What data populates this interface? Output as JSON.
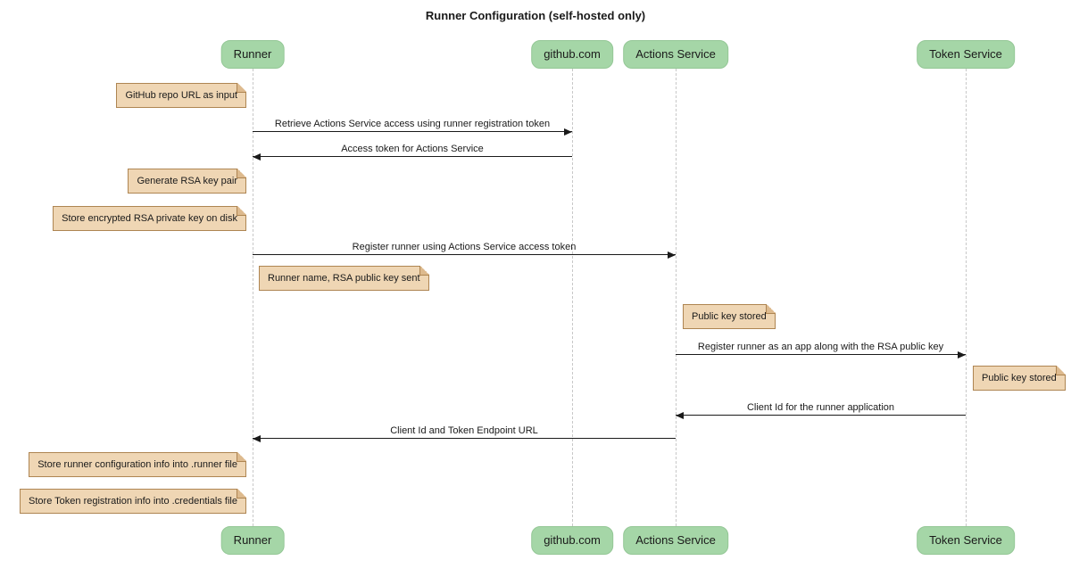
{
  "title": "Runner Configuration (self-hosted only)",
  "participants": [
    {
      "label": "Runner"
    },
    {
      "label": "github.com"
    },
    {
      "label": "Actions Service"
    },
    {
      "label": "Token Service"
    }
  ],
  "messages": [
    {
      "text": "Retrieve Actions Service access using runner registration token",
      "from": "Runner",
      "to": "github.com"
    },
    {
      "text": "Access token for Actions Service",
      "from": "github.com",
      "to": "Runner"
    },
    {
      "text": "Register runner using Actions Service access token",
      "from": "Runner",
      "to": "Actions Service"
    },
    {
      "text": "Register runner as an app along with the RSA public key",
      "from": "Actions Service",
      "to": "Token Service"
    },
    {
      "text": "Client Id for the runner application",
      "from": "Token Service",
      "to": "Actions Service"
    },
    {
      "text": "Client Id and Token Endpoint URL",
      "from": "Actions Service",
      "to": "Runner"
    }
  ],
  "notes": [
    {
      "text": "GitHub repo URL as input",
      "position": "left of Runner"
    },
    {
      "text": "Generate RSA key pair",
      "position": "left of Runner"
    },
    {
      "text": "Store encrypted RSA private key on disk",
      "position": "left of Runner"
    },
    {
      "text": "Runner name, RSA public key sent",
      "position": "right of Runner"
    },
    {
      "text": "Public key stored",
      "position": "right of Actions Service"
    },
    {
      "text": "Public key stored",
      "position": "right of Token Service"
    },
    {
      "text": "Store runner configuration info into .runner file",
      "position": "left of Runner"
    },
    {
      "text": "Store Token registration info into .credentials file",
      "position": "left of Runner"
    }
  ],
  "colors": {
    "participant_fill": "#a5d6a7",
    "participant_border": "#94c796",
    "note_fill": "#efd6b4",
    "note_border": "#ae8552",
    "note_fold": "#ddba8e",
    "lifeline": "#c8c8c8",
    "arrow": "#1a1a1a",
    "text": "#1a1a1a"
  }
}
